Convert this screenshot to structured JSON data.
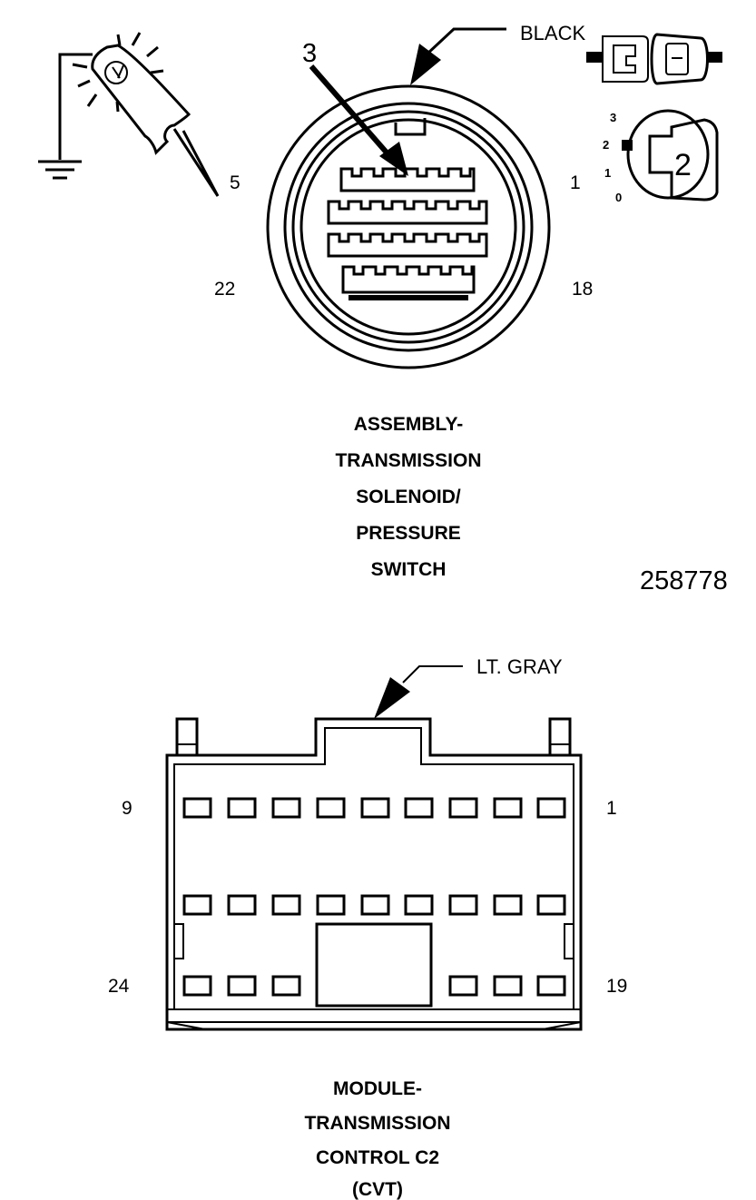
{
  "connector_top": {
    "color_label": "BLACK",
    "callout_number": "3",
    "pin_labels": {
      "top_left": "5",
      "top_right": "1",
      "bottom_left": "22",
      "bottom_right": "18"
    },
    "title_lines": [
      "ASSEMBLY-",
      "TRANSMISSION",
      "SOLENOID/",
      "PRESSURE",
      "SWITCH"
    ],
    "figure_id": "258778",
    "key_switch": {
      "positions": [
        "3",
        "2",
        "1",
        "0"
      ],
      "selected": "2"
    }
  },
  "connector_bottom": {
    "color_label": "LT. GRAY",
    "pin_labels": {
      "top_left": "9",
      "top_right": "1",
      "bottom_left": "24",
      "bottom_right": "19"
    },
    "title_lines": [
      "MODULE-",
      "TRANSMISSION",
      "CONTROL C2",
      "(CVT)"
    ]
  },
  "icons": [
    "ground-probe-icon",
    "connector-plug-icon",
    "ignition-key-icon"
  ]
}
